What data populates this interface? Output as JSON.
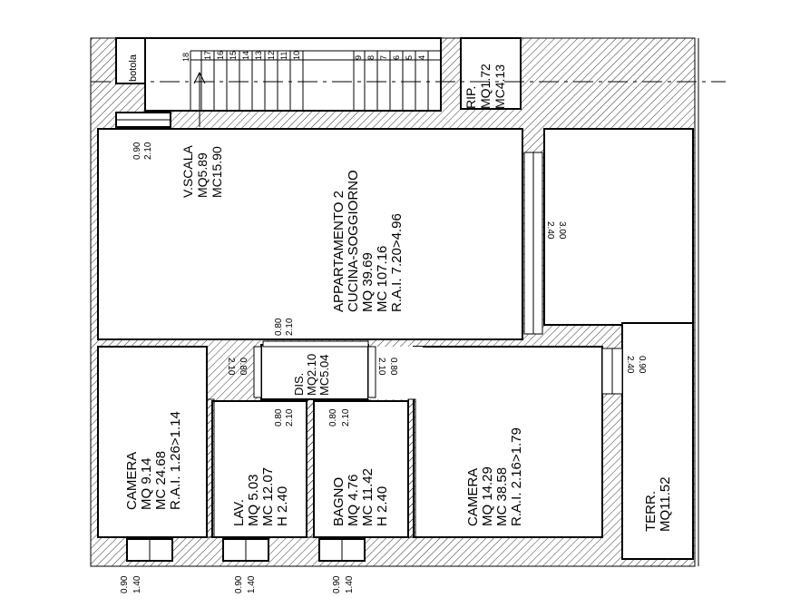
{
  "labels": {
    "botola": "botola",
    "stair_number_18": "18",
    "stair_numbers_left": [
      "17",
      "16",
      "15",
      "14",
      "13",
      "12",
      "11",
      "10"
    ],
    "stair_numbers_right": [
      "9",
      "8",
      "7",
      "6",
      "5",
      "4"
    ],
    "rip_name": "RIP.",
    "rip_mq": "MQ1.72",
    "rip_mc": "MC4.13",
    "vscala_name": "V.SCALA",
    "vscala_mq": "MQ5.89",
    "vscala_mc": "MC15.90",
    "door_top_left_a": "0.90",
    "door_top_left_b": "2.10",
    "app_title": "APPARTAMENTO 2",
    "app_room": "CUCINA-SOGGIORNO",
    "app_mq": "MQ 39.69",
    "app_mc": "MC 107.16",
    "app_rai": "R.A.I. 7.20>4.96",
    "window_right_a": "2.40",
    "window_right_b": "3.00",
    "door_dis_top_a": "0.80",
    "door_dis_top_b": "2.10",
    "door_dis_left_a": "2.10",
    "door_dis_left_b": "0.80",
    "door_dis_right_a": "2.10",
    "door_dis_right_b": "0.80",
    "dis_name": "DIS.",
    "dis_mq": "MQ2.10",
    "dis_mc": "MC5.04",
    "door_terr_a": "2.40",
    "door_terr_b": "0.90",
    "cam1_name": "CAMERA",
    "cam1_mq": "MQ  9.14",
    "cam1_mc": "MC  24.68",
    "cam1_rai": "R.A.I. 1.26>1.14",
    "lav_name": "LAV.",
    "lav_mq": "MQ  5.03",
    "lav_mc": "MC  12.07",
    "lav_h": "H  2.40",
    "door_lav_a": "0.80",
    "door_lav_b": "2.10",
    "bagno_name": "BAGNO",
    "bagno_mq": "MQ  4.76",
    "bagno_mc": "MC  11.42",
    "bagno_h": "H  2.40",
    "door_bagno_a": "0.80",
    "door_bagno_b": "2.10",
    "cam2_name": "CAMERA",
    "cam2_mq": "MQ  14.29",
    "cam2_mc": "MC  38.58",
    "cam2_rai": "R.A.I.  2.16>1.79",
    "terr_name": "TERR.",
    "terr_mq": "MQ11.52",
    "win_bottom_1_a": "0.90",
    "win_bottom_1_b": "1.40",
    "win_bottom_2_a": "0.90",
    "win_bottom_2_b": "1.40",
    "win_bottom_3_a": "0.90",
    "win_bottom_3_b": "1.40"
  }
}
